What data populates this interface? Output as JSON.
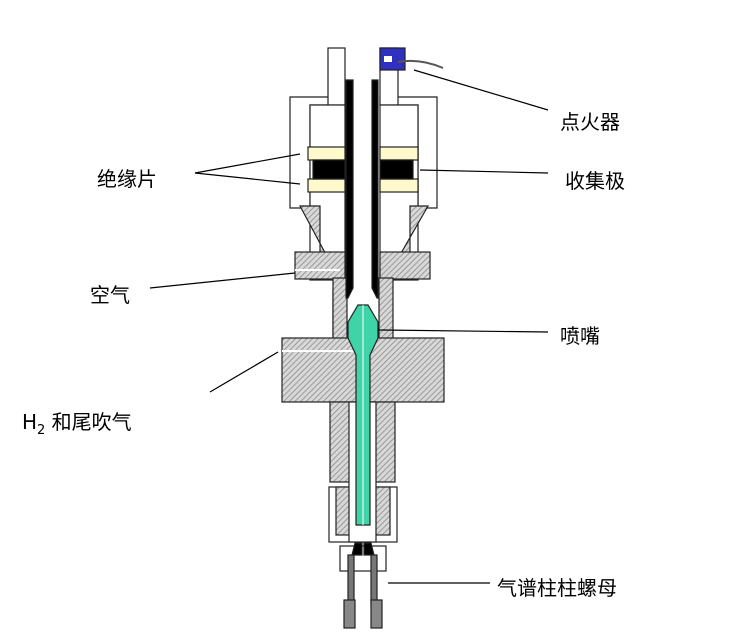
{
  "title": "FID detector cross-section",
  "labels": {
    "igniter": "点火器",
    "collector": "收集极",
    "insulator": "绝缘片",
    "air": "空气",
    "nozzle": "喷嘴",
    "h2_main": "H",
    "h2_sub": "2",
    "h2_rest": " 和尾吹气",
    "column_nut": "气谱柱柱螺母"
  },
  "colors": {
    "nozzle": "#3fd3a8",
    "insulator": "#fffacc",
    "igniter": "#3030c0",
    "hatch": "#9a9a9a"
  }
}
